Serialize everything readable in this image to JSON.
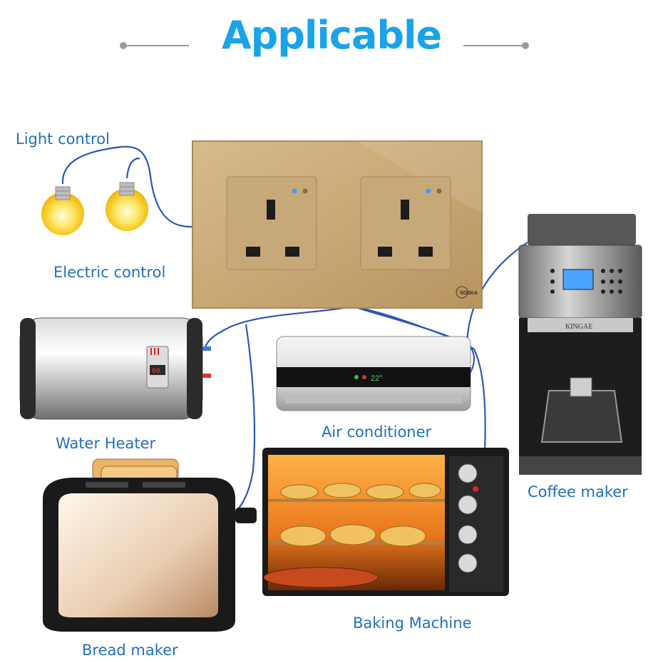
{
  "title": "Applicable",
  "labels": {
    "light_control": "Light control",
    "electric_control": "Electric control",
    "water_heater": "Water Heater",
    "air_conditioner": "Air conditioner",
    "coffee_maker": "Coffee maker",
    "baking_machine": "Baking Machine",
    "bread_maker": "Bread maker"
  },
  "brand": {
    "socket": "SOSKA",
    "coffee": "KINGAE",
    "ac_display": "22°",
    "heater_display": "60"
  },
  "colors": {
    "title": "#1aa3e8",
    "label": "#1f6fbf",
    "wire": "#2a57b8",
    "panel": "#c9a97a"
  },
  "icons": [
    "light-bulb-icon",
    "wall-socket-icon",
    "water-heater-icon",
    "air-conditioner-icon",
    "coffee-maker-icon",
    "oven-icon",
    "toaster-icon"
  ]
}
